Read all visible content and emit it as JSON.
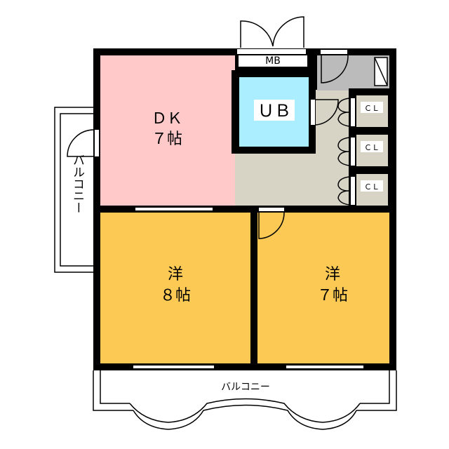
{
  "rooms": {
    "dk": {
      "name": "ＤＫ",
      "size": "７帖",
      "color": "#ffc9c9"
    },
    "ub": {
      "name": "ＵＢ",
      "color": "#aaeeff"
    },
    "mb": {
      "name": "MB"
    },
    "western_left": {
      "name": "洋",
      "size": "８帖",
      "color": "#fdc955"
    },
    "western_right": {
      "name": "洋",
      "size": "７帖",
      "color": "#fdc955"
    },
    "closets": [
      {
        "name": "ＣＬ"
      },
      {
        "name": "ＣＬ"
      },
      {
        "name": "ＣＬ"
      }
    ],
    "hallway": {
      "color": "#d7d4c5"
    },
    "entrance": {
      "color": "#bbbbbb"
    }
  },
  "balconies": {
    "left": {
      "label": "バルコニー"
    },
    "bottom": {
      "label": "バルコニー"
    }
  }
}
